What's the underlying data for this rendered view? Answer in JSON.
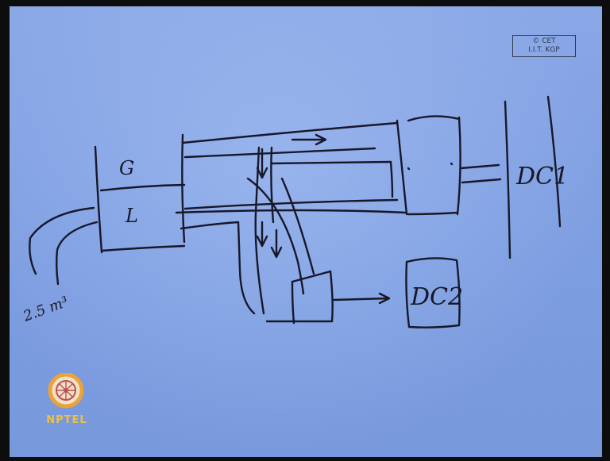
{
  "watermark": {
    "line1": "© CET",
    "line2": "I.I.T. KGP"
  },
  "labels": {
    "gas_phase": "G",
    "liquid_phase": "L",
    "flow_rate": "2.5 m³",
    "dc1": "DC1",
    "dc2": "DC2"
  },
  "logo": {
    "text": "NPTEL",
    "icon": "nptel-wheel-logo"
  },
  "colors": {
    "board": "#7f9fe0",
    "ink": "#17182a",
    "logo_ring": "#e8a33c",
    "logo_text": "#f0c040"
  }
}
